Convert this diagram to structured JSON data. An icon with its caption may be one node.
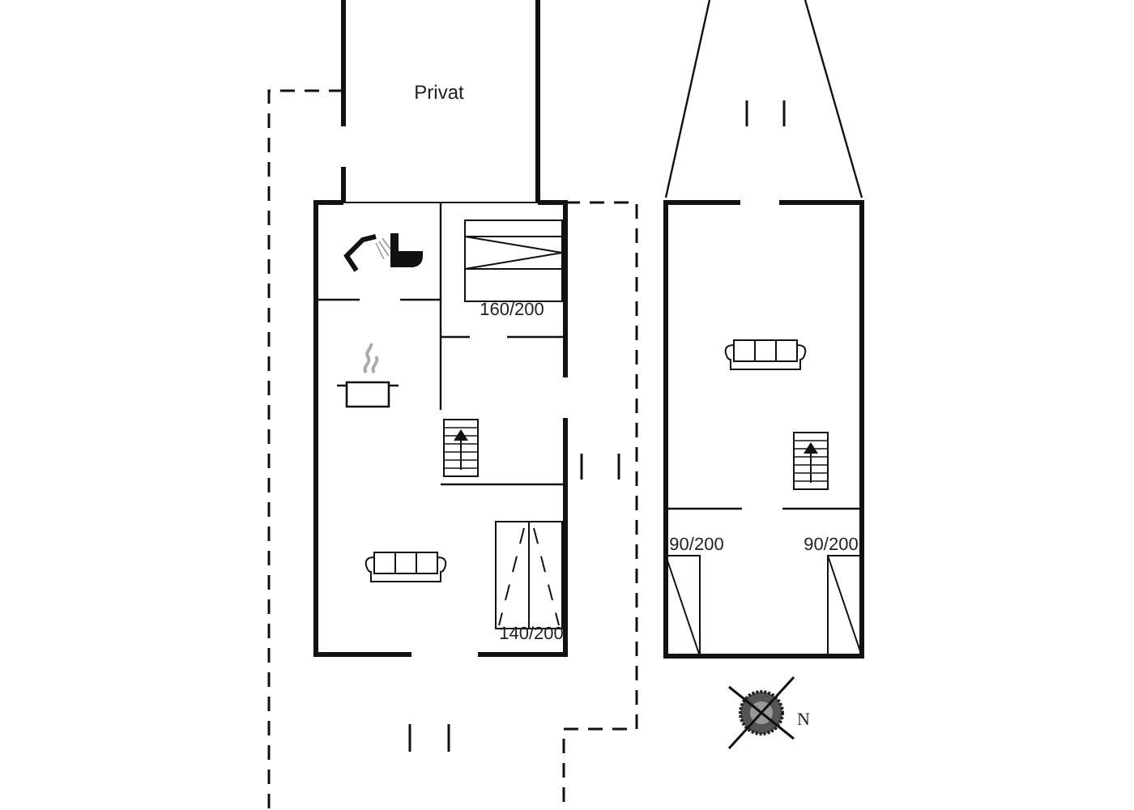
{
  "diagram": {
    "labels": [
      "Privat",
      "160/200",
      "140/200",
      "90/200",
      "90/200",
      "N"
    ]
  }
}
